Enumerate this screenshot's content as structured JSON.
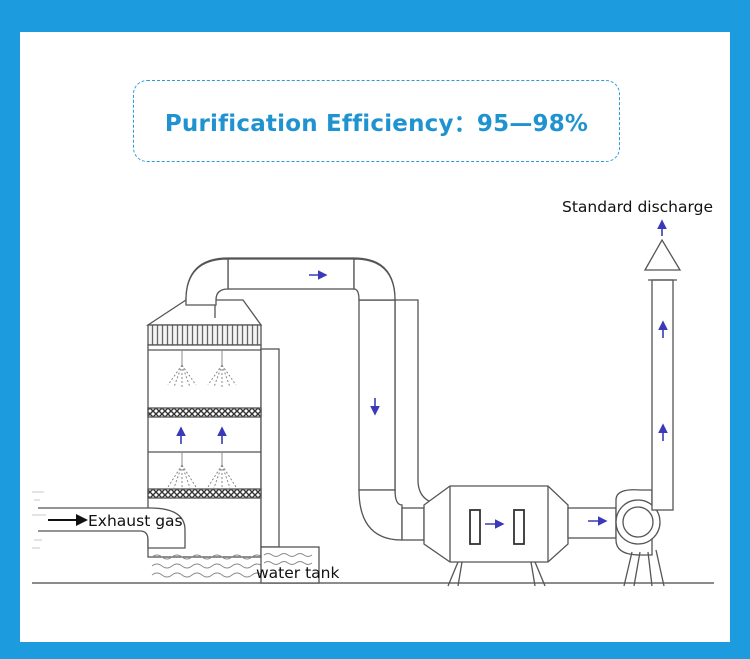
{
  "title": {
    "label": "Purification Efficiency",
    "separator": "：",
    "value": "95—98%"
  },
  "labels": {
    "exhaust_gas": "Exhaust gas",
    "water_tank": "water tank",
    "standard_discharge": "Standard discharge"
  },
  "colors": {
    "frame": "#1c9bde",
    "title": "#1f93d0",
    "flow_arrow": "#3a3ab8",
    "line": "#555555"
  }
}
